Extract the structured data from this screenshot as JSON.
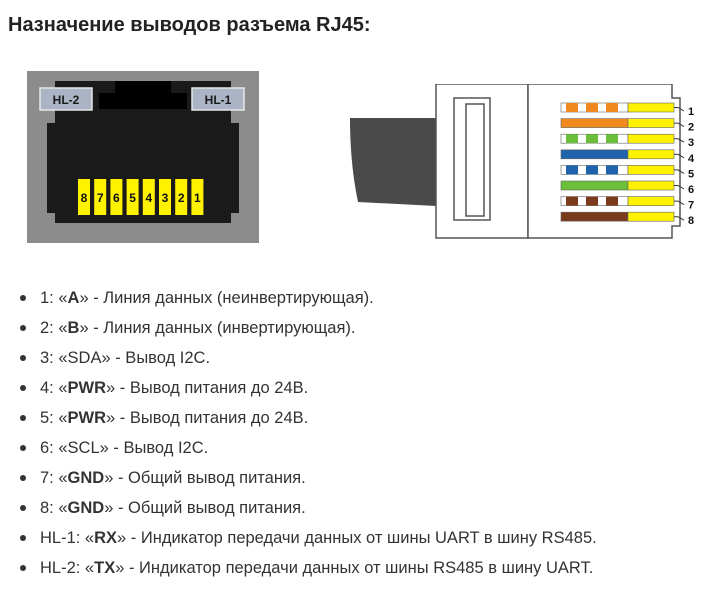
{
  "title": "Назначение выводов разъема RJ45:",
  "jack": {
    "hl2": "HL-2",
    "hl1": "HL-1",
    "pins": [
      "8",
      "7",
      "6",
      "5",
      "4",
      "3",
      "2",
      "1"
    ]
  },
  "plug": {
    "pin_numbers": [
      "1",
      "2",
      "3",
      "4",
      "5",
      "6",
      "7",
      "8"
    ],
    "wires": [
      {
        "base": "#ffffff",
        "stripe": "#f08a1e",
        "striped": true
      },
      {
        "base": "#f08a1e",
        "stripe": "#f08a1e",
        "striped": false
      },
      {
        "base": "#ffffff",
        "stripe": "#6cbf3a",
        "striped": true
      },
      {
        "base": "#1f63ad",
        "stripe": "#1f63ad",
        "striped": false
      },
      {
        "base": "#ffffff",
        "stripe": "#1f63ad",
        "striped": true
      },
      {
        "base": "#6cbf3a",
        "stripe": "#6cbf3a",
        "striped": false
      },
      {
        "base": "#ffffff",
        "stripe": "#7a3a1c",
        "striped": true
      },
      {
        "base": "#7a3a1c",
        "stripe": "#7a3a1c",
        "striped": false
      }
    ],
    "contact_color": "#fff200"
  },
  "pins": [
    {
      "prefix": "1: «",
      "name": "A",
      "suffix": "» - Линия данных (неинвертирующая).",
      "bold": true
    },
    {
      "prefix": "2: «",
      "name": "B",
      "suffix": "» - Линия данных (инвертирующая).",
      "bold": true
    },
    {
      "prefix": "3: «",
      "name": "SDA",
      "suffix": "» - Вывод I2C.",
      "bold": false
    },
    {
      "prefix": "4: «",
      "name": "PWR",
      "suffix": "» - Вывод питания до 24В.",
      "bold": true
    },
    {
      "prefix": "5: «",
      "name": "PWR",
      "suffix": "» - Вывод питания до 24В.",
      "bold": true
    },
    {
      "prefix": "6: «",
      "name": "SCL",
      "suffix": "» - Вывод I2C.",
      "bold": false
    },
    {
      "prefix": "7: «",
      "name": "GND",
      "suffix": "» - Общий вывод питания.",
      "bold": true
    },
    {
      "prefix": "8: «",
      "name": "GND",
      "suffix": "» - Общий вывод питания.",
      "bold": true
    },
    {
      "prefix": "HL-1: «",
      "name": "RX",
      "suffix": "» - Индикатор передачи данных от шины UART в шину RS485.",
      "bold": true
    },
    {
      "prefix": "HL-2: «",
      "name": "TX",
      "suffix": "» - Индикатор передачи данных от шины RS485 в шину UART.",
      "bold": true
    }
  ]
}
